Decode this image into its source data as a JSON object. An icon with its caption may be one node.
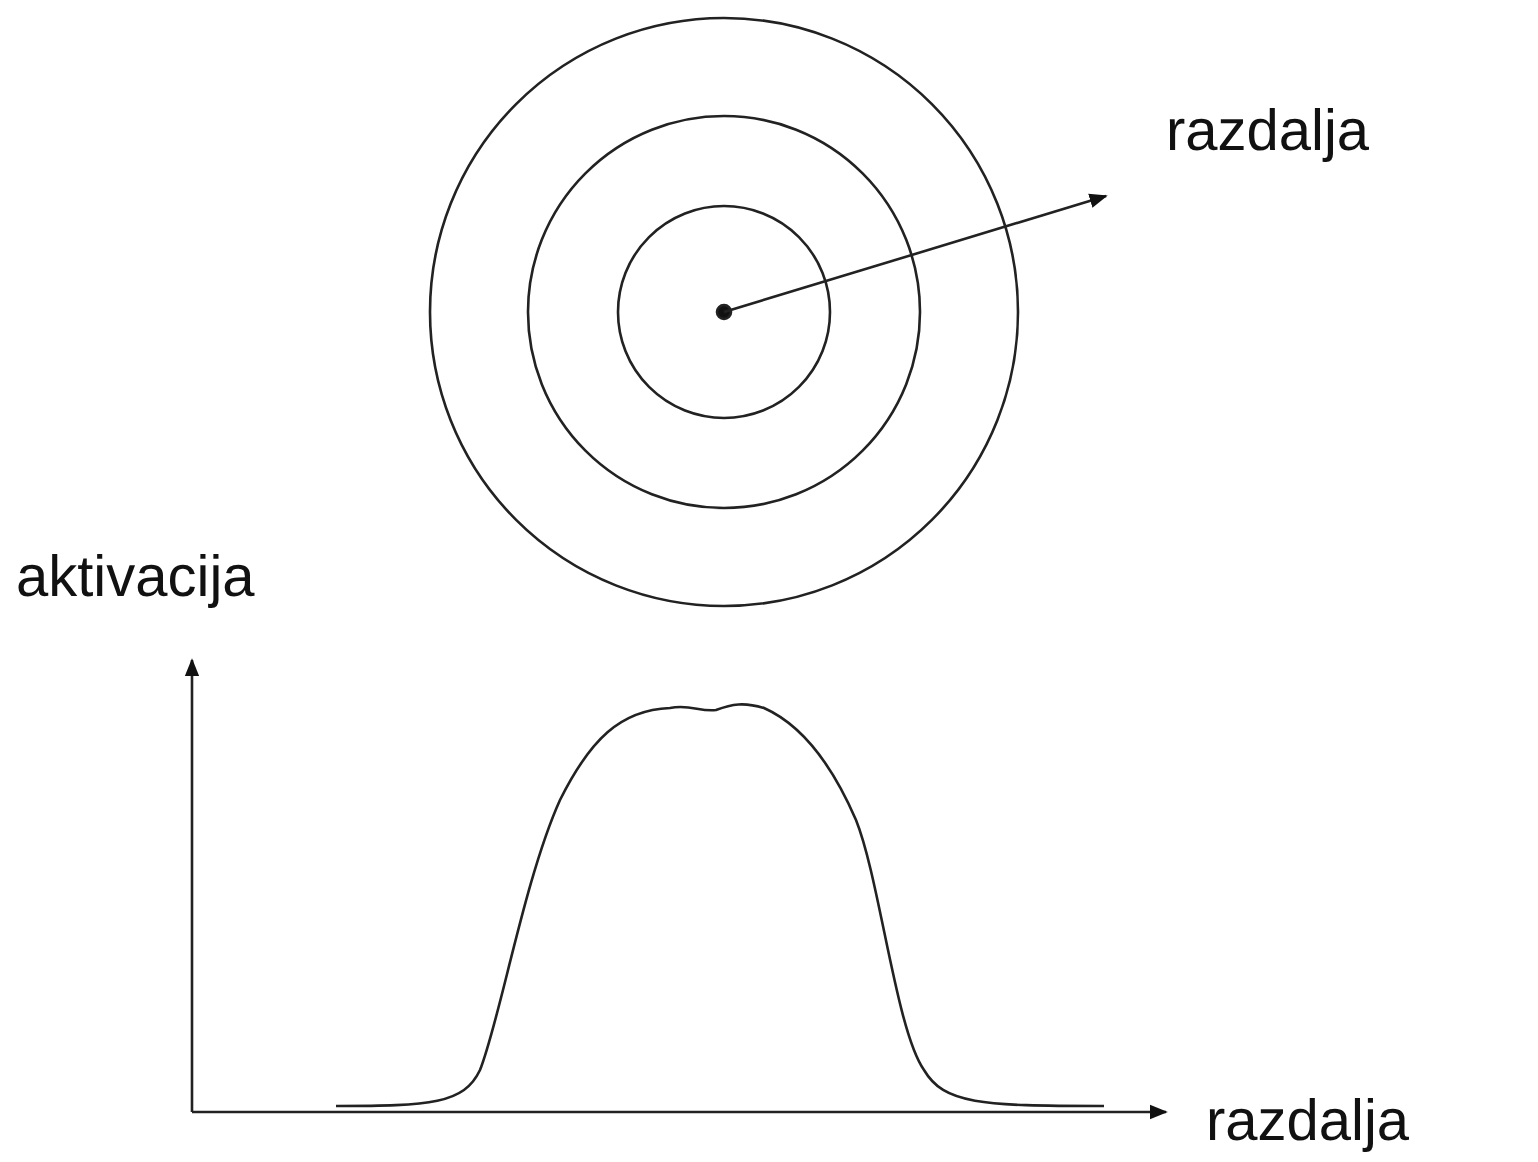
{
  "diagram": {
    "labels": [
      "razdalja",
      "aktivacija",
      "razdalja"
    ]
  }
}
